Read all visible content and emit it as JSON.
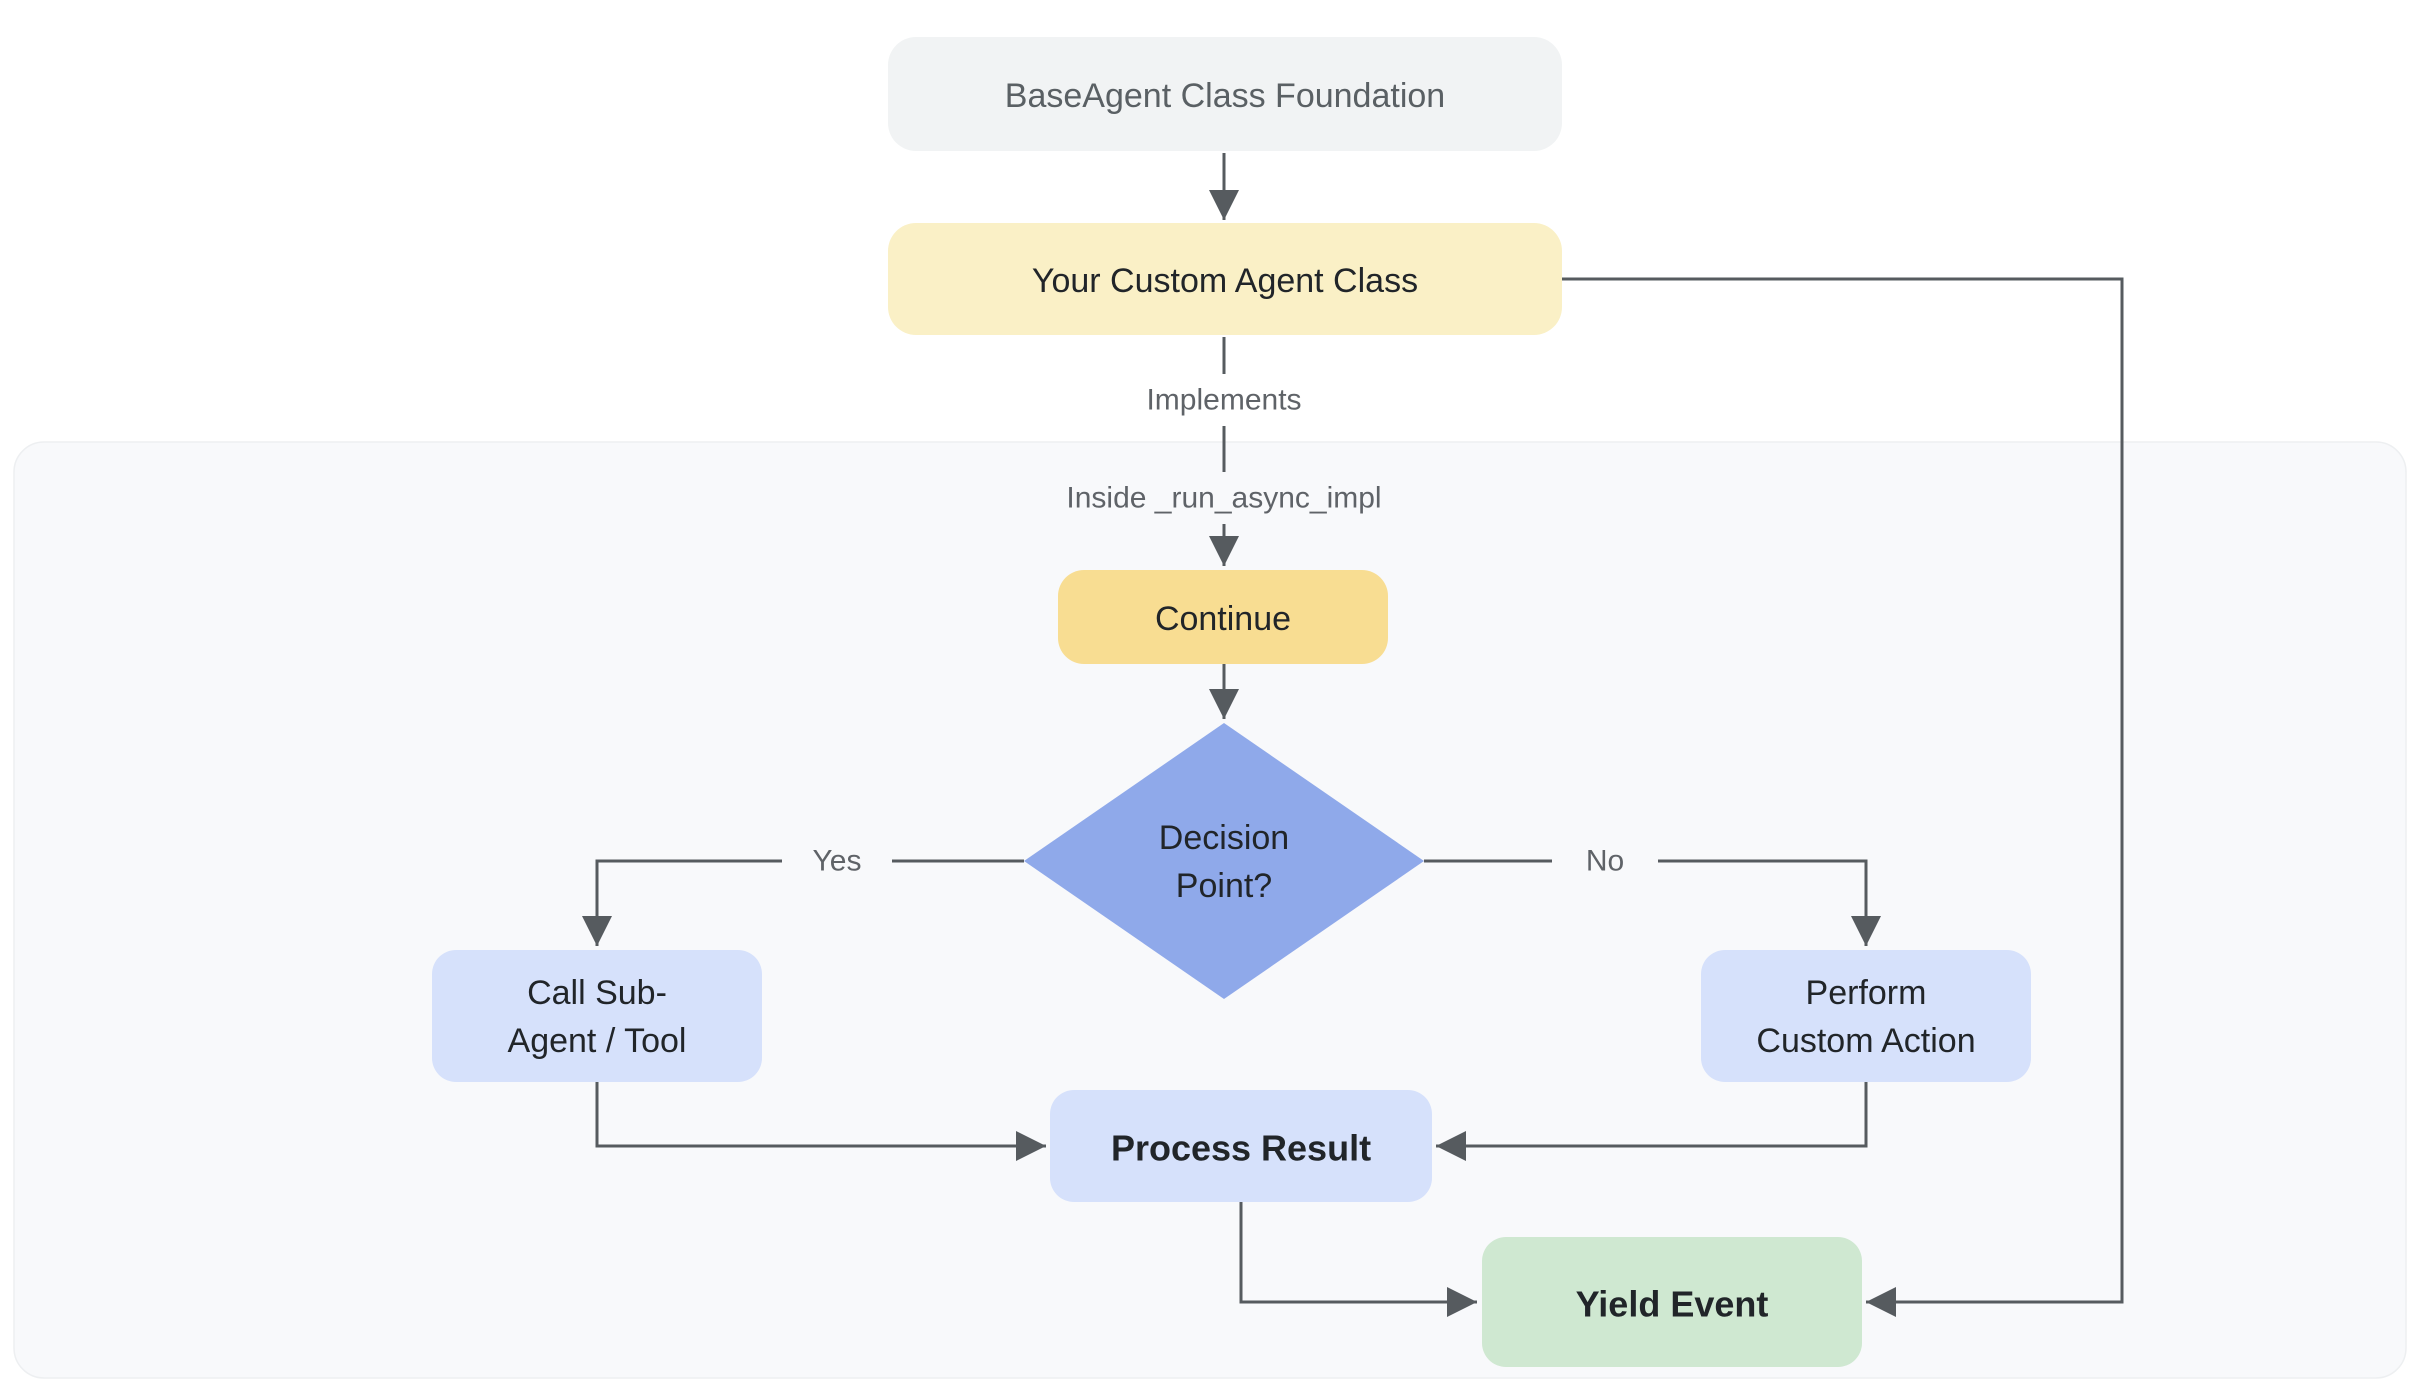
{
  "nodes": {
    "base_agent": {
      "label": "BaseAgent Class Foundation",
      "fill": "#f1f3f4"
    },
    "custom_agent": {
      "label": "Your Custom Agent Class",
      "fill": "#faf0c6"
    },
    "continue_step": {
      "label": "Continue",
      "fill": "#f8dd92"
    },
    "decision": {
      "label_line1": "Decision",
      "label_line2": "Point?",
      "fill": "#8fa9ea"
    },
    "call_sub": {
      "label_line1": "Call Sub-",
      "label_line2": "Agent / Tool",
      "fill": "#d6e1fb"
    },
    "perform": {
      "label_line1": "Perform",
      "label_line2": "Custom Action",
      "fill": "#d6e1fb"
    },
    "process": {
      "label": "Process Result",
      "fill": "#d6e1fb"
    },
    "yield_event": {
      "label": "Yield Event",
      "fill": "#cfe8d1"
    }
  },
  "edge_labels": {
    "implements": "Implements",
    "inside_impl": "Inside _run_async_impl",
    "yes": "Yes",
    "no": "No"
  },
  "colors": {
    "edge": "#565b5f",
    "edge_label_text": "#5f6368",
    "node_text": "#212529",
    "base_agent_text": "#5a6064",
    "container_fill": "#f8f9fb",
    "container_border": "#edeff1",
    "canvas": "#ffffff"
  }
}
